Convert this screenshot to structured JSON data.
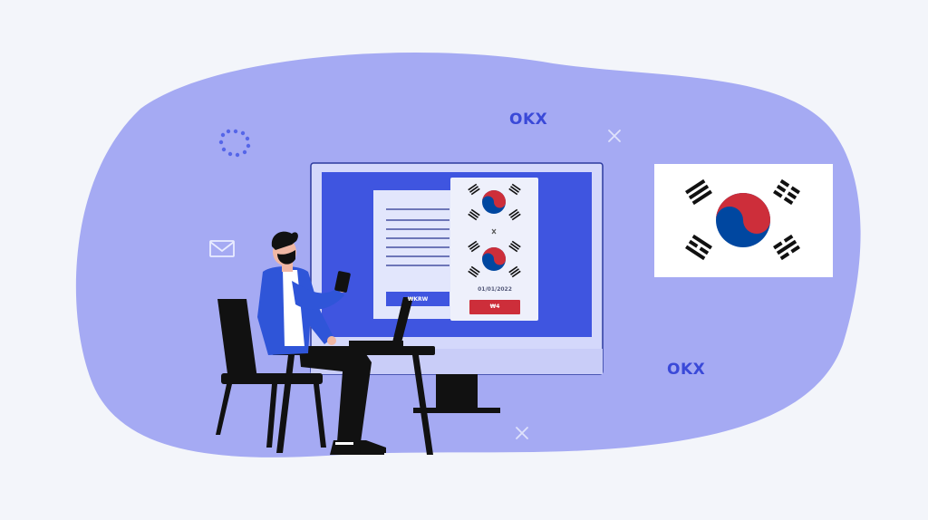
{
  "brand": {
    "name_top": "OKX",
    "name_bottom": "OKX"
  },
  "screen": {
    "left_button_label": "₩KRW",
    "card_caption": "01/01/2022",
    "card_button_label": "₩4"
  },
  "icons": {
    "top_left": "dotted-circle-icon",
    "mail": "envelope-icon",
    "spark_top": "sparkle-cross-icon",
    "spark_bottom": "sparkle-cross-icon"
  },
  "colors": {
    "background": "#f3f5fa",
    "blob": "#a5aaf3",
    "monitor_screen": "#3f55e0",
    "brand_text": "#3a49d8",
    "flag_red": "#cd2e3a",
    "flag_blue": "#0047a0",
    "jacket": "#2f55d8",
    "furniture": "#111111"
  }
}
